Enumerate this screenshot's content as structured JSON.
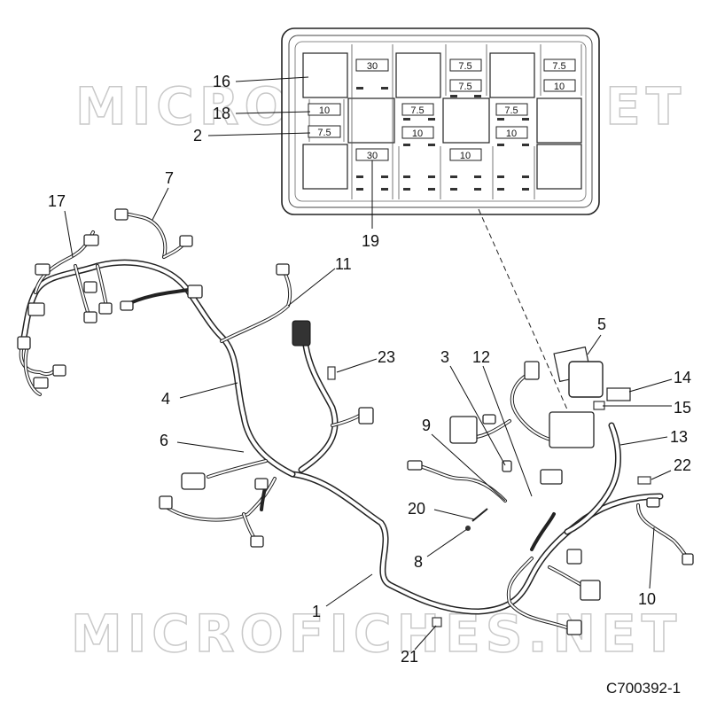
{
  "watermark": "MICROFICHES.NET",
  "figure_id": "C700392-1",
  "fuse_box": {
    "fuses": [
      {
        "id": "f1",
        "rating": "30"
      },
      {
        "id": "f2",
        "rating": "7.5"
      },
      {
        "id": "f3",
        "rating": "7.5"
      },
      {
        "id": "f4",
        "rating": "7.5"
      },
      {
        "id": "f5",
        "rating": "10"
      },
      {
        "id": "f6",
        "rating": "10"
      },
      {
        "id": "f7",
        "rating": "7.5"
      },
      {
        "id": "f8",
        "rating": "7.5"
      },
      {
        "id": "f9",
        "rating": "7.5"
      },
      {
        "id": "f10",
        "rating": "10"
      },
      {
        "id": "f11",
        "rating": "10"
      },
      {
        "id": "f12",
        "rating": "30"
      },
      {
        "id": "f13",
        "rating": "10"
      }
    ]
  },
  "callouts": [
    {
      "id": "c16",
      "label": "16"
    },
    {
      "id": "c18",
      "label": "18"
    },
    {
      "id": "c2",
      "label": "2"
    },
    {
      "id": "c19",
      "label": "19"
    },
    {
      "id": "c17",
      "label": "17"
    },
    {
      "id": "c7",
      "label": "7"
    },
    {
      "id": "c11",
      "label": "11"
    },
    {
      "id": "c23",
      "label": "23"
    },
    {
      "id": "c4",
      "label": "4"
    },
    {
      "id": "c6",
      "label": "6"
    },
    {
      "id": "c5",
      "label": "5"
    },
    {
      "id": "c3",
      "label": "3"
    },
    {
      "id": "c12",
      "label": "12"
    },
    {
      "id": "c14",
      "label": "14"
    },
    {
      "id": "c15",
      "label": "15"
    },
    {
      "id": "c9",
      "label": "9"
    },
    {
      "id": "c13",
      "label": "13"
    },
    {
      "id": "c22",
      "label": "22"
    },
    {
      "id": "c20",
      "label": "20"
    },
    {
      "id": "c8",
      "label": "8"
    },
    {
      "id": "c1",
      "label": "1"
    },
    {
      "id": "c10",
      "label": "10"
    },
    {
      "id": "c21",
      "label": "21"
    }
  ]
}
